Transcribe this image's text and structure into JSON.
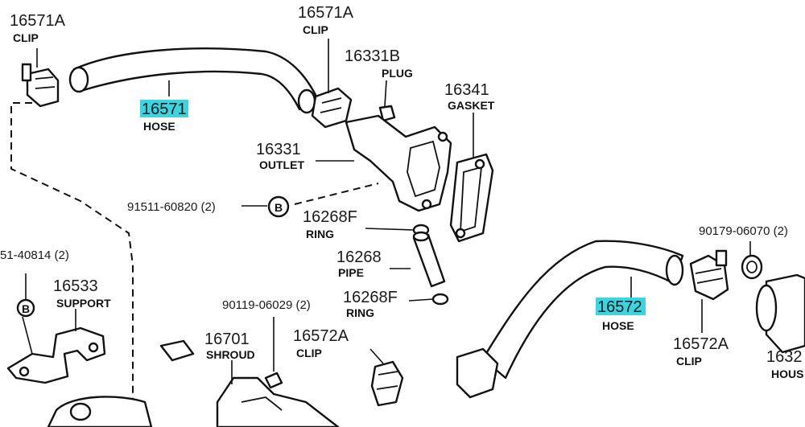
{
  "labels": {
    "clip_a_top_left": {
      "num": "16571A",
      "name": "CLIP"
    },
    "clip_a_top_mid": {
      "num": "16571A",
      "name": "CLIP"
    },
    "plug": {
      "num": "16331B",
      "name": "PLUG"
    },
    "hose_upper": {
      "num": "16571",
      "name": "HOSE"
    },
    "gasket": {
      "num": "16341",
      "name": "GASKET"
    },
    "outlet": {
      "num": "16331",
      "name": "OUTLET"
    },
    "bolt": {
      "num": "91511-60820 (2)",
      "badge": "B"
    },
    "ring_upper": {
      "num": "16268F",
      "name": "RING"
    },
    "pipe": {
      "num": "16268",
      "name": "PIPE"
    },
    "ring_lower": {
      "num": "16268F",
      "name": "RING"
    },
    "left_bolt": {
      "num": "51-40814 (2)",
      "badge": "B"
    },
    "support": {
      "num": "16533",
      "name": "SUPPORT"
    },
    "screw": {
      "num": "90119-06029 (2)"
    },
    "shroud": {
      "num": "16701",
      "name": "SHROUD"
    },
    "clip_lower_mid": {
      "num": "16572A",
      "name": "CLIP"
    },
    "hose_lower": {
      "num": "16572",
      "name": "HOSE"
    },
    "gasket_right": {
      "num": "90179-06070 (2)"
    },
    "clip_lower_right": {
      "num": "16572A",
      "name": "CLIP"
    },
    "housing": {
      "num": "1632",
      "name": "HOUS"
    }
  },
  "colors": {
    "highlight": "#39d5e0",
    "ink": "#111111"
  }
}
